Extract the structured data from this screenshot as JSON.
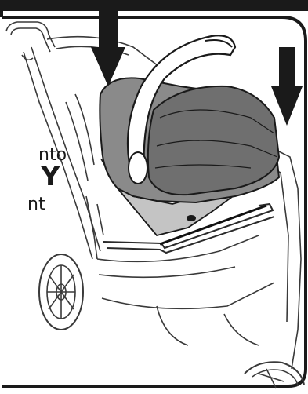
{
  "caption": {
    "line1": "nto",
    "line2": "Y",
    "line3": "nt"
  },
  "colors": {
    "frame": "#1a1a1a",
    "seat_shell": "#8a8a8a",
    "seat_canopy": "#6f6f6f",
    "seat_base": "#c4c4c4",
    "stroller_line": "#2a2a2a",
    "arrow": "#1a1a1a"
  },
  "icons": [
    "down-arrow-icon",
    "down-arrow-icon",
    "infant-car-seat",
    "jogging-stroller"
  ]
}
